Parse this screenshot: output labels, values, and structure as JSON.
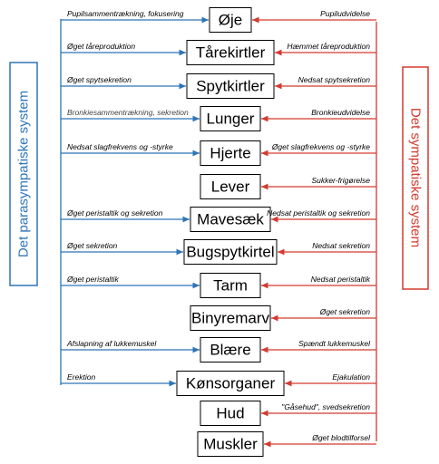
{
  "systems": {
    "parasympathetic": {
      "title": "Det parasympatiske system",
      "color": "#2e75b6"
    },
    "sympathetic": {
      "title": "Det sympatiske system",
      "color": "#d43a2f"
    }
  },
  "rows": [
    {
      "organ": "Øje",
      "left": "Pupilsammentrækning, fokusering",
      "right": "Pupiludvidelse"
    },
    {
      "organ": "Tårekirtler",
      "left": "Øget tåreproduktion",
      "right": "Hæmmet tåreproduktion"
    },
    {
      "organ": "Spytkirtler",
      "left": "Øget spytsekretion",
      "right": "Nedsat spytsekretion"
    },
    {
      "organ": "Lunger",
      "left": "Bronkiesammentrækning, sekretion",
      "right": "Bronkieudvidelse"
    },
    {
      "organ": "Hjerte",
      "left": "Nedsat slagfrekvens og -styrke",
      "right": "Øget slagfrekvens og -styrke"
    },
    {
      "organ": "Lever",
      "left": "",
      "right": "Sukker-frigørelse"
    },
    {
      "organ": "Mavesæk",
      "left": "Øget peristaltik og sekretion",
      "right": "Nedsat peristaltik og sekretion"
    },
    {
      "organ": "Bugspytkirtel",
      "left": "Øget sekretion",
      "right": "Nedsat sekretion"
    },
    {
      "organ": "Tarm",
      "left": "Øget peristaltik",
      "right": "Nedsat peristaltik"
    },
    {
      "organ": "Binyremarv",
      "left": "",
      "right": "Øget sekretion"
    },
    {
      "organ": "Blære",
      "left": "Afslapning af lukkemuskel",
      "right": "Spændt lukkemuskel"
    },
    {
      "organ": "Kønsorganer",
      "left": "Erektion",
      "right": "Ejakulation"
    },
    {
      "organ": "Hud",
      "left": "",
      "right": "\"Gåsehud\", svedsekretion"
    },
    {
      "organ": "Muskler",
      "left": "",
      "right": "Øget blodtilforsel"
    }
  ]
}
